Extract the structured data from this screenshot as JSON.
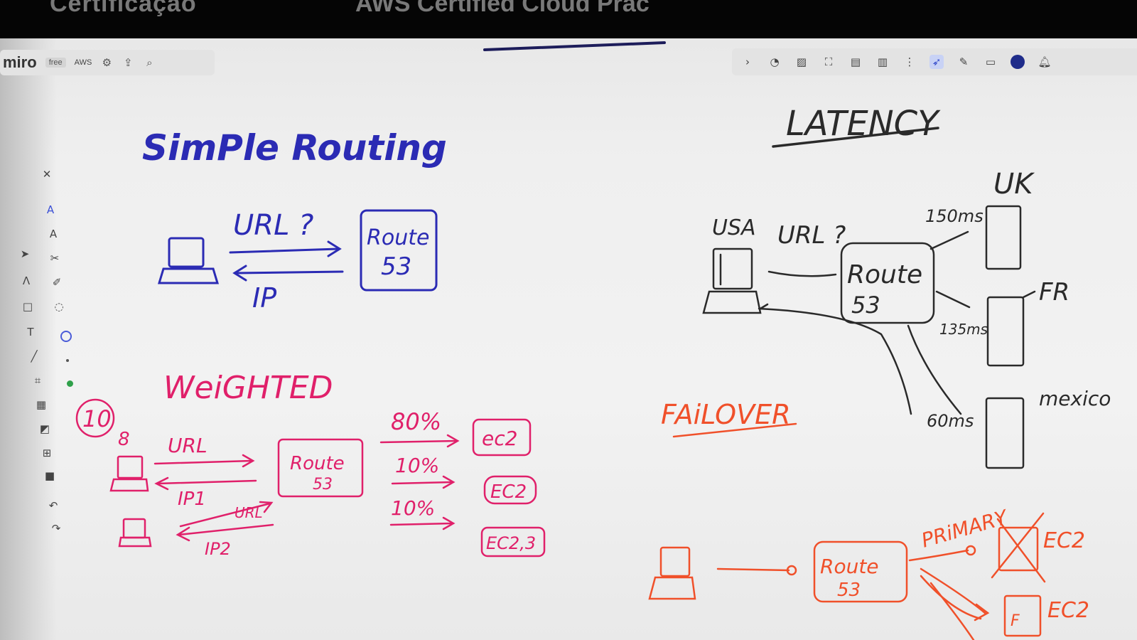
{
  "window": {
    "title_left": "Certificação",
    "title_right": "AWS Certified Cloud Prac"
  },
  "app": {
    "brand": "miro",
    "plan_badge": "free",
    "board_name": "AWS"
  },
  "colors": {
    "blue_ink": "#2b2bb4",
    "pink_ink": "#e0206a",
    "black_ink": "#2a2a2a",
    "orange_ink": "#f0502a",
    "toolbar_active": "#3a4fd6"
  },
  "toolbar_left_icons": [
    "settings-icon",
    "share-icon",
    "search-icon"
  ],
  "toolbar_right_icons": [
    "chevron-right-icon",
    "timer-icon",
    "note-icon",
    "frame-icon",
    "card-icon",
    "doc-icon",
    "more-icon",
    "select-icon",
    "reactions-icon",
    "chat-icon",
    "avatar",
    "bell-icon"
  ],
  "tools": [
    "close-icon",
    "text-icon",
    "text-format-icon",
    "sticky-icon",
    "pen-icon",
    "comment-icon",
    "circle-tool-icon",
    "cursor-icon",
    "pen-tool-icon",
    "shape-icon",
    "text-tool-icon",
    "line-icon",
    "frame-tool-icon",
    "grid-icon",
    "upload-icon",
    "template-icon",
    "lock-icon",
    "undo-icon",
    "redo-icon"
  ],
  "whiteboard": {
    "simple": {
      "heading": "SimPle Routing",
      "url": "URL ?",
      "ip": "IP",
      "route_l1": "Route",
      "route_l2": "53"
    },
    "weighted": {
      "heading": "WeiGHTED",
      "ten": "10",
      "eight": "8",
      "url": "URL",
      "ip1": "IP1",
      "url2": "URL",
      "ip2": "IP2",
      "route_l1": "Route",
      "route_l2": "53",
      "pct80": "80%",
      "pct10a": "10%",
      "pct10b": "10%",
      "ec2_1": "ec2",
      "ec2_2": "EC2",
      "ec2_3": "EC2,3"
    },
    "latency": {
      "heading": "LATENCY",
      "usa": "USA",
      "url": "URL ?",
      "route_l1": "Route",
      "route_l2": "53",
      "uk": "UK",
      "fr": "FR",
      "mexico": "mexico",
      "ms150": "150ms",
      "ms135": "135ms",
      "ms60": "60ms"
    },
    "failover": {
      "heading": "FAiLOVER",
      "primary": "PRiMARY",
      "route_l1": "Route",
      "route_l2": "53",
      "ec2a": "EC2",
      "ec2b": "EC2",
      "f": "F"
    }
  }
}
